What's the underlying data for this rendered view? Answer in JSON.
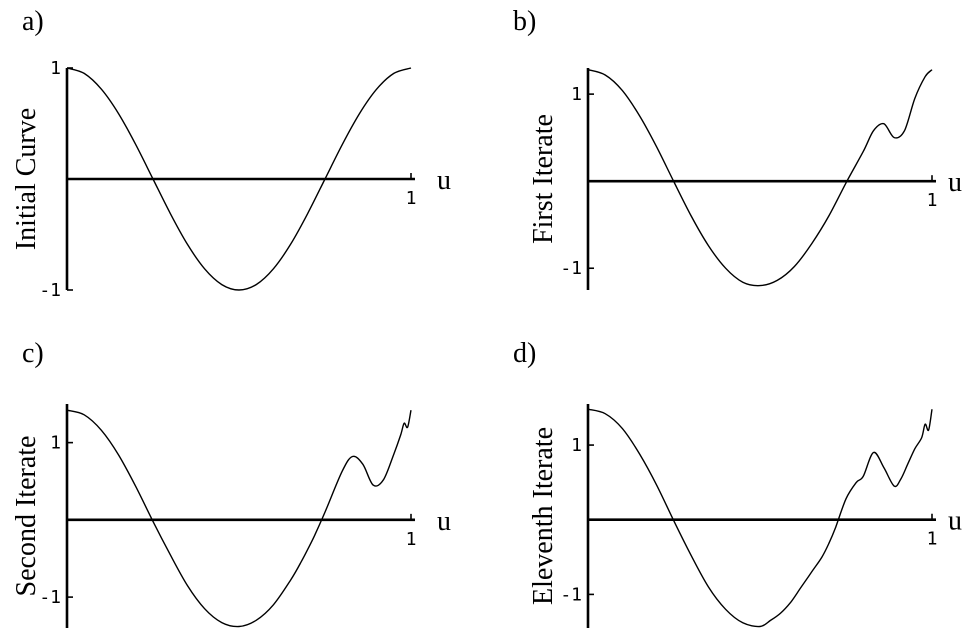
{
  "chart_data": [
    {
      "type": "line",
      "panel": "a)",
      "ylabel": "Initial Curve",
      "xlabel": "u",
      "xlim": [
        0,
        1
      ],
      "ylim": [
        -1,
        1
      ],
      "x_ticks": [
        {
          "value": 1,
          "label": "1"
        }
      ],
      "y_ticks": [
        {
          "value": 1,
          "label": "1"
        },
        {
          "value": -1,
          "label": "-1"
        }
      ],
      "series": [
        {
          "x": [
            0,
            0.05,
            0.1,
            0.15,
            0.2,
            0.25,
            0.3,
            0.35,
            0.4,
            0.45,
            0.5,
            0.55,
            0.6,
            0.65,
            0.7,
            0.75,
            0.8,
            0.85,
            0.9,
            0.95,
            1
          ],
          "y": [
            1,
            0.951,
            0.809,
            0.588,
            0.309,
            0,
            -0.309,
            -0.588,
            -0.809,
            -0.951,
            -1,
            -0.951,
            -0.809,
            -0.588,
            -0.309,
            0,
            0.309,
            0.588,
            0.809,
            0.951,
            1
          ]
        }
      ]
    },
    {
      "type": "line",
      "panel": "b)",
      "ylabel": "First Iterate",
      "xlabel": "u",
      "xlim": [
        0,
        1
      ],
      "ylim": [
        -1.25,
        1.3
      ],
      "x_ticks": [
        {
          "value": 1,
          "label": "1"
        }
      ],
      "y_ticks": [
        {
          "value": 1,
          "label": "1"
        },
        {
          "value": -1,
          "label": "-1"
        }
      ],
      "series": [
        {
          "x": [
            0,
            0.05,
            0.1,
            0.15,
            0.2,
            0.25,
            0.3,
            0.35,
            0.4,
            0.45,
            0.5,
            0.55,
            0.6,
            0.65,
            0.7,
            0.75,
            0.8,
            0.83,
            0.86,
            0.89,
            0.92,
            0.95,
            0.98,
            1
          ],
          "y": [
            1.28,
            1.22,
            1.04,
            0.75,
            0.39,
            -0.01,
            -0.4,
            -0.74,
            -1.0,
            -1.16,
            -1.2,
            -1.14,
            -0.98,
            -0.72,
            -0.4,
            -0.02,
            0.34,
            0.58,
            0.66,
            0.5,
            0.58,
            0.95,
            1.2,
            1.28
          ]
        }
      ]
    },
    {
      "type": "line",
      "panel": "c)",
      "ylabel": "Second Iterate",
      "xlabel": "u",
      "xlim": [
        0,
        1
      ],
      "ylim": [
        -1.4,
        1.5
      ],
      "x_ticks": [
        {
          "value": 1,
          "label": "1"
        }
      ],
      "y_ticks": [
        {
          "value": 1,
          "label": "1"
        },
        {
          "value": -1,
          "label": "-1"
        }
      ],
      "series": [
        {
          "x": [
            0,
            0.05,
            0.1,
            0.15,
            0.2,
            0.25,
            0.3,
            0.35,
            0.4,
            0.45,
            0.5,
            0.55,
            0.6,
            0.65,
            0.68,
            0.7,
            0.72,
            0.75,
            0.8,
            0.83,
            0.86,
            0.89,
            0.92,
            0.95,
            0.97,
            0.98,
            0.99,
            1
          ],
          "y": [
            1.42,
            1.36,
            1.16,
            0.84,
            0.43,
            -0.02,
            -0.45,
            -0.85,
            -1.15,
            -1.33,
            -1.38,
            -1.3,
            -1.1,
            -0.78,
            -0.55,
            -0.38,
            -0.2,
            0.1,
            0.63,
            0.82,
            0.72,
            0.45,
            0.52,
            0.85,
            1.1,
            1.25,
            1.2,
            1.42
          ]
        }
      ]
    },
    {
      "type": "line",
      "panel": "d)",
      "ylabel": "Eleventh Iterate",
      "xlabel": "u",
      "xlim": [
        0,
        1
      ],
      "ylim": [
        -1.45,
        1.55
      ],
      "x_ticks": [
        {
          "value": 1,
          "label": "1"
        }
      ],
      "y_ticks": [
        {
          "value": 1,
          "label": "1"
        },
        {
          "value": -1,
          "label": "-1"
        }
      ],
      "series": [
        {
          "x": [
            0,
            0.05,
            0.1,
            0.15,
            0.2,
            0.25,
            0.3,
            0.35,
            0.4,
            0.45,
            0.5,
            0.53,
            0.56,
            0.59,
            0.62,
            0.65,
            0.68,
            0.7,
            0.72,
            0.75,
            0.78,
            0.8,
            0.83,
            0.86,
            0.89,
            0.91,
            0.93,
            0.95,
            0.97,
            0.98,
            0.99,
            1
          ],
          "y": [
            1.48,
            1.42,
            1.22,
            0.88,
            0.46,
            -0.02,
            -0.48,
            -0.9,
            -1.2,
            -1.38,
            -1.43,
            -1.35,
            -1.25,
            -1.1,
            -0.9,
            -0.7,
            -0.5,
            -0.32,
            -0.1,
            0.28,
            0.5,
            0.58,
            0.9,
            0.7,
            0.45,
            0.55,
            0.75,
            0.95,
            1.1,
            1.28,
            1.2,
            1.48
          ]
        }
      ]
    }
  ]
}
